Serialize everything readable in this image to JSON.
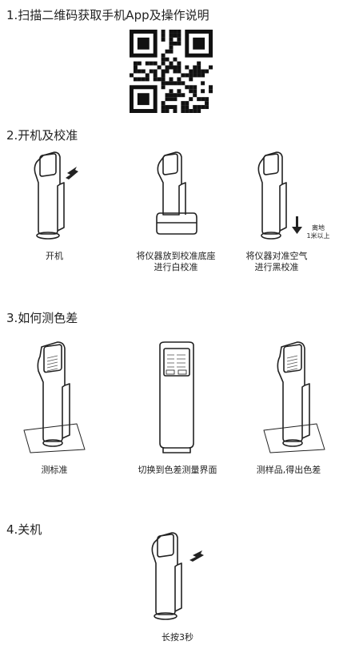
{
  "sections": [
    {
      "title": "1.扫描二维码获取手机App及操作说明"
    },
    {
      "title": "2.开机及校准"
    },
    {
      "title": "3.如何测色差"
    },
    {
      "title": "4.关机"
    }
  ],
  "step2": {
    "caption_1": "开机",
    "caption_2_line1": "将仪器放到校准底座",
    "caption_2_line2": "进行白校准",
    "caption_3_line1": "将仪器对准空气",
    "caption_3_line2": "进行黑校准",
    "note_line1": "离地",
    "note_line2": "1米以上"
  },
  "step3": {
    "caption_1": "测标准",
    "caption_2": "切换到色差测量界面",
    "caption_3": "测样品,得出色差"
  },
  "step4": {
    "caption_1": "长按3秒"
  }
}
